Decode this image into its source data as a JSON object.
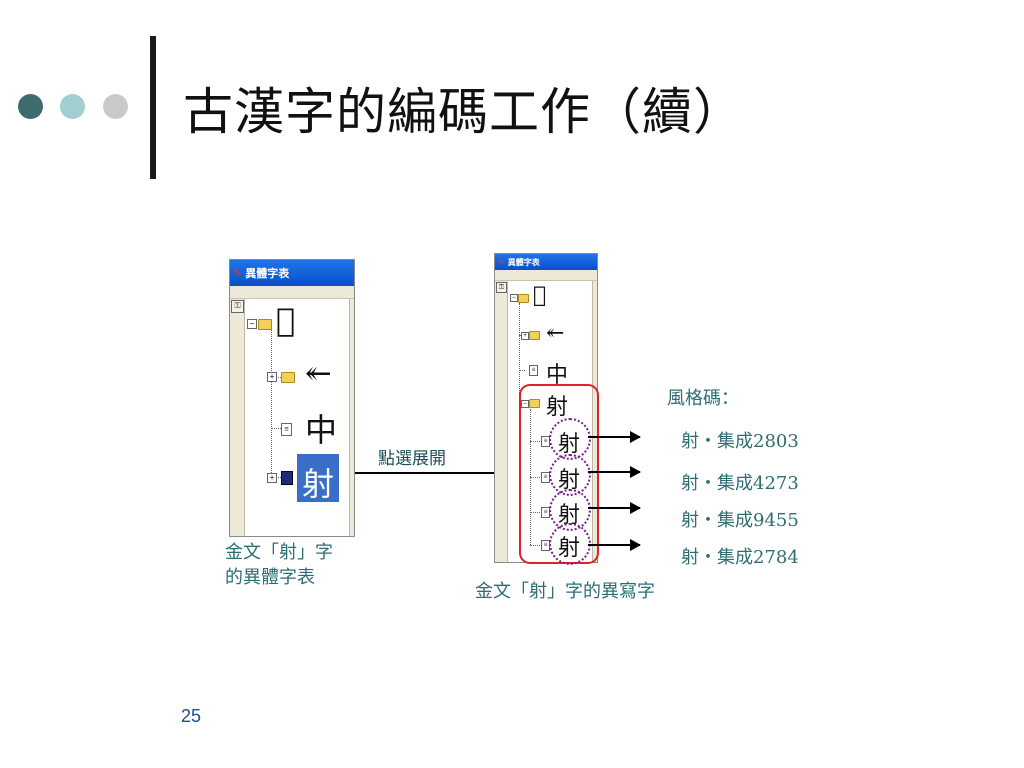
{
  "slide": {
    "title": "古漢字的編碼工作（續）",
    "page_number": "25",
    "colors": {
      "dot_dark": "#3d6b6e",
      "dot_mid": "#9fcfd1",
      "dot_light": "#c9c9c9",
      "label": "#2d6e73",
      "highlight_red": "#e0202a",
      "circle_purple": "#7a1f8a"
    }
  },
  "left_window": {
    "title": "異體字表",
    "logo_icon": "app-logo-icon",
    "tool_icon": "key-icon",
    "nodes": [
      {
        "glyph": "𢎏",
        "expander": "⊟",
        "kind": "folder"
      },
      {
        "glyph": "↞",
        "expander": "⊞",
        "kind": "folder"
      },
      {
        "glyph": "中",
        "expander": "",
        "kind": "doc"
      },
      {
        "glyph": "射",
        "expander": "⊞",
        "kind": "selected"
      }
    ],
    "caption_line1": "金文「射」字",
    "caption_line2": "的異體字表"
  },
  "action": {
    "label": "點選展開"
  },
  "right_window": {
    "title": "異體字表",
    "logo_icon": "app-logo-icon",
    "tool_icon": "key-icon",
    "nodes": [
      {
        "glyph": "𢎏",
        "expander": "⊟",
        "kind": "folder"
      },
      {
        "glyph": "↞",
        "expander": "⊞",
        "kind": "folder"
      },
      {
        "glyph": "中",
        "expander": "",
        "kind": "doc"
      },
      {
        "glyph": "射",
        "expander": "⊟",
        "kind": "folder"
      },
      {
        "glyph": "射",
        "expander": "",
        "kind": "doc"
      },
      {
        "glyph": "射",
        "expander": "",
        "kind": "doc"
      },
      {
        "glyph": "射",
        "expander": "",
        "kind": "doc"
      },
      {
        "glyph": "射",
        "expander": "",
        "kind": "doc"
      }
    ],
    "caption": "金文「射」字的異寫字"
  },
  "style_codes": {
    "heading": "風格碼：",
    "items": [
      "射・集成2803",
      "射・集成4273",
      "射・集成9455",
      "射・集成2784"
    ]
  }
}
